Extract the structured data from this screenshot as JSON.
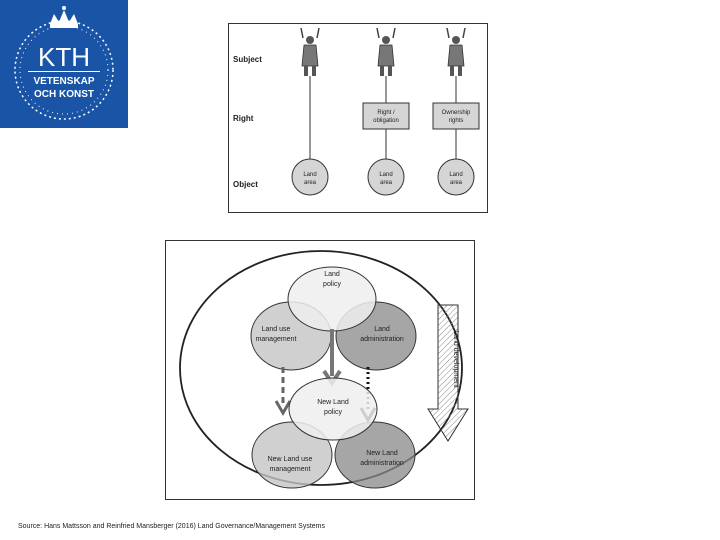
{
  "logo": {
    "title": "KTH",
    "line1": "VETENSKAP",
    "line2": "OCH KONST",
    "color": "#1954a6"
  },
  "figure1": {
    "row_labels": {
      "subject": "Subject",
      "right": "Right",
      "object": "Object"
    },
    "columns": [
      {
        "right_lines": [],
        "object_lines": [
          "Land",
          "area"
        ]
      },
      {
        "right_lines": [
          "Right /",
          "obligation"
        ],
        "object_lines": [
          "Land",
          "area"
        ]
      },
      {
        "right_lines": [
          "Ownership",
          "rights"
        ],
        "object_lines": [
          "Land",
          "area"
        ]
      }
    ]
  },
  "figure2": {
    "policy": [
      "Land",
      "policy"
    ],
    "land_use": [
      "Land use",
      "management"
    ],
    "land_admin": [
      "Land",
      "administration"
    ],
    "new_policy": [
      "New Land",
      "policy"
    ],
    "new_land_use": [
      "New Land use",
      "management"
    ],
    "new_land_admin": [
      "New Land",
      "administration"
    ],
    "development_label": "Land development"
  },
  "caption": "Source: Hans Mattsson and Reinfried Mansberger (2016) Land Governance/Management Systems"
}
